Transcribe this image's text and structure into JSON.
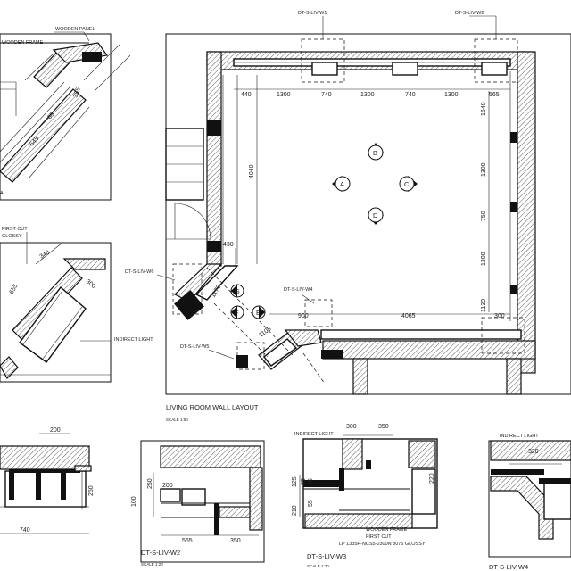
{
  "callouts": {
    "w1": "DT-S-LIV-W1",
    "w2": "DT-S-LIV-W2",
    "w3": "DT-S-LIV-W3",
    "w4": "DT-S-LIV-W4",
    "w5": "DT-S-LIV-W5",
    "w6": "DT-S-LIV-W6"
  },
  "plan": {
    "title": "LIVING ROOM WALL LAYOUT",
    "scale": "SCALE 1:50",
    "view_markers": [
      "A",
      "B",
      "C",
      "D",
      "E",
      "F",
      "G"
    ],
    "dims_top": [
      "440",
      "1300",
      "740",
      "1300",
      "740",
      "1300",
      "565"
    ],
    "dims_right": [
      "1640",
      "1300",
      "750",
      "1300",
      "1130"
    ],
    "dims_left": [
      "4040",
      "430",
      "1170"
    ],
    "dims_bottom": [
      "900",
      "4065",
      "300"
    ],
    "dim_diagonal": "1105"
  },
  "detail_top_left": {
    "label_panel": "WOODEN PANEL",
    "label_frame": "WOODEN FRAME",
    "dims": [
      "355",
      "645",
      "65"
    ],
    "marker": "A"
  },
  "detail_mid_left": {
    "label_cut": "FIRST CUT",
    "label_glossy": "GLOSSY",
    "label_light": "INDIRECT LIGHT",
    "dims": [
      "340",
      "655",
      "300"
    ]
  },
  "detail_w1": {
    "dims": [
      "200",
      "740",
      "250"
    ]
  },
  "detail_w2": {
    "title": "DT-S-LIV-W2",
    "scale": "SCALE 1:20",
    "dims": [
      "250",
      "200",
      "100",
      "565",
      "350"
    ]
  },
  "detail_w3": {
    "title": "DT-S-LIV-W3",
    "scale": "SCALE 1:20",
    "label_light": "INDIRECT LIGHT",
    "label_frame": "WOODEN FRAME",
    "label_cut": "FIRST CUT",
    "label_finish": "LP 1335P-NCS5-0300N 8075 GLOSSY",
    "dims": [
      "300",
      "350",
      "125",
      "65",
      "65",
      "210",
      "55",
      "220"
    ]
  },
  "detail_w4": {
    "title": "DT-S-LIV-W4",
    "scale": "SCALE 1:20",
    "label_light": "INDIRECT LIGHT",
    "dims": [
      "320"
    ]
  }
}
